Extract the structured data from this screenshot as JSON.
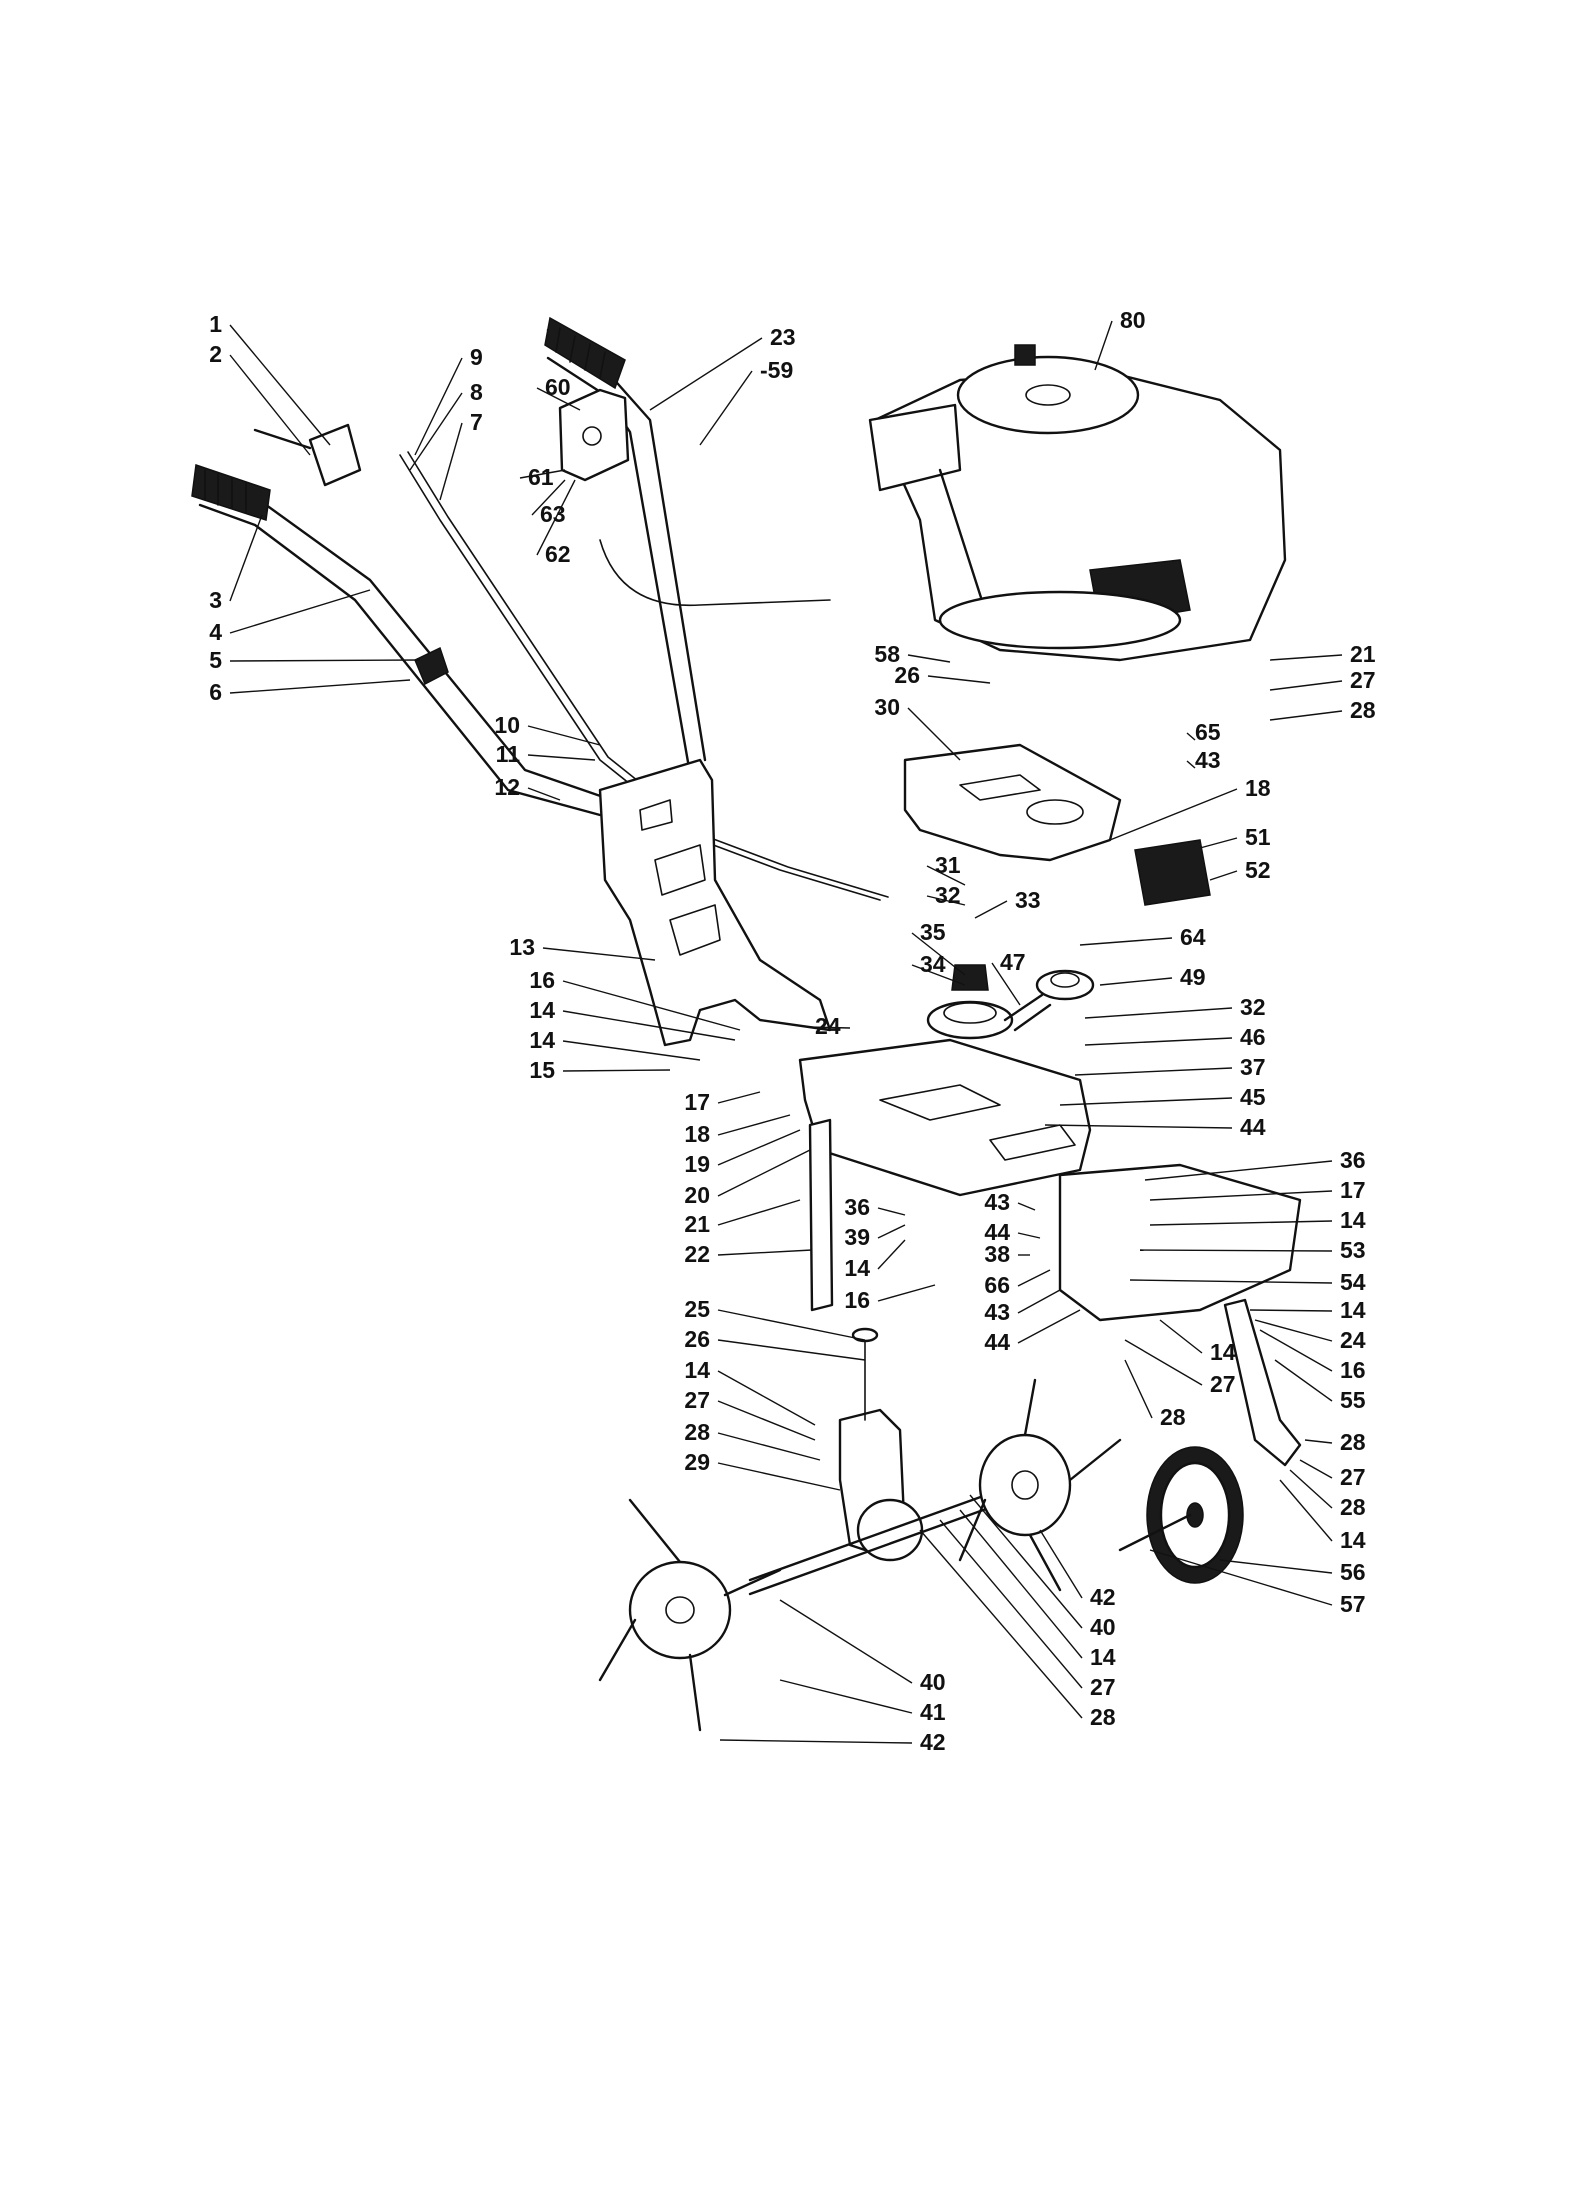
{
  "diagram": {
    "type": "exploded-parts-diagram",
    "part_numbers": [
      "1",
      "2",
      "3",
      "4",
      "5",
      "6",
      "7",
      "8",
      "9",
      "10",
      "11",
      "12",
      "13",
      "14",
      "15",
      "16",
      "17",
      "18",
      "19",
      "20",
      "21",
      "22",
      "23",
      "24",
      "25",
      "26",
      "27",
      "28",
      "29",
      "30",
      "31",
      "32",
      "33",
      "34",
      "35",
      "36",
      "37",
      "38",
      "39",
      "40",
      "41",
      "42",
      "43",
      "44",
      "45",
      "46",
      "47",
      "49",
      "51",
      "52",
      "53",
      "54",
      "55",
      "56",
      "57",
      "58",
      "59",
      "60",
      "61",
      "62",
      "63",
      "64",
      "65",
      "66",
      "80"
    ],
    "callouts_left": [
      "1",
      "2",
      "3",
      "4",
      "5",
      "6",
      "10",
      "11",
      "12",
      "13",
      "16",
      "14",
      "14",
      "15",
      "17",
      "18",
      "19",
      "20",
      "21",
      "22",
      "25",
      "26",
      "14",
      "27",
      "28",
      "29"
    ],
    "callouts_right": [
      "9",
      "8",
      "7",
      "23",
      "-59",
      "60",
      "61",
      "63",
      "62",
      "80",
      "21",
      "27",
      "28",
      "65",
      "43",
      "18",
      "51",
      "52",
      "31",
      "32",
      "33",
      "64",
      "35",
      "34",
      "47",
      "49",
      "32",
      "46",
      "37",
      "45",
      "44",
      "24",
      "36",
      "17",
      "14",
      "53",
      "54",
      "14",
      "24",
      "16",
      "55",
      "28",
      "27",
      "28",
      "14",
      "56",
      "57"
    ],
    "callouts_center": [
      "58",
      "26",
      "30",
      "36",
      "39",
      "14",
      "43",
      "44",
      "38",
      "66",
      "16",
      "43",
      "44",
      "14",
      "27",
      "28",
      "42",
      "40",
      "14",
      "27",
      "28",
      "40",
      "41",
      "42"
    ]
  }
}
